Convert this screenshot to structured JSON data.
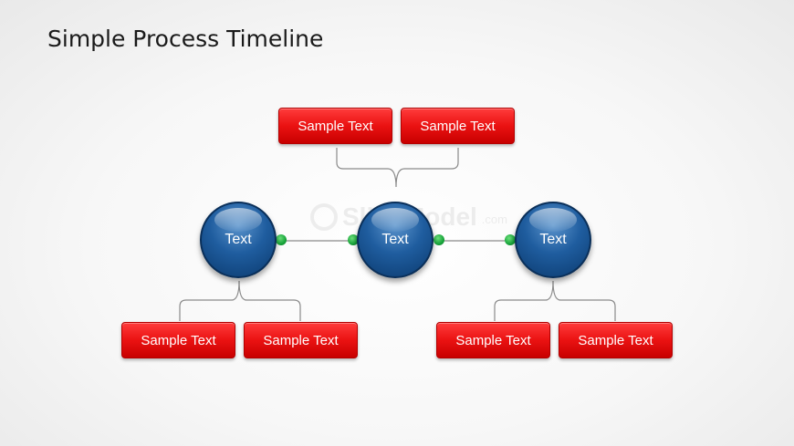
{
  "title": "Simple Process Timeline",
  "watermark": {
    "text": "SlideModel",
    "suffix": ".com"
  },
  "nodes": [
    {
      "label": "Text"
    },
    {
      "label": "Text"
    },
    {
      "label": "Text"
    }
  ],
  "boxes": {
    "top": [
      "Sample Text",
      "Sample Text"
    ],
    "bottom_left": [
      "Sample Text",
      "Sample Text"
    ],
    "bottom_right": [
      "Sample Text",
      "Sample Text"
    ]
  },
  "colors": {
    "box_red": "#e31010",
    "node_blue": "#1f5d9f",
    "connector_green": "#1aa83c",
    "line_gray": "#8a8a8a"
  }
}
